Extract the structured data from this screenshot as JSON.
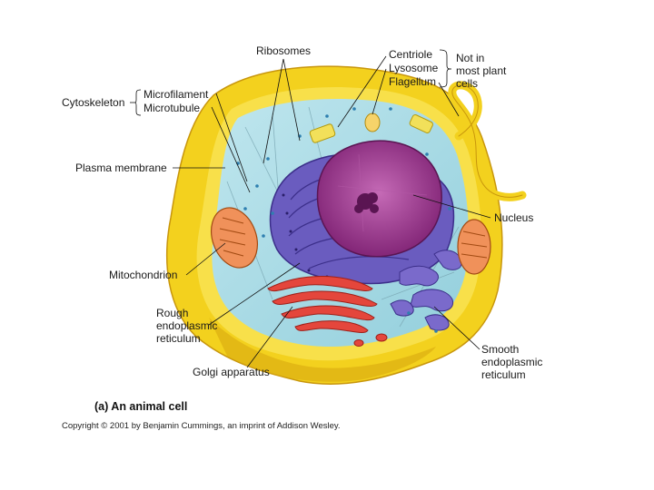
{
  "labels": {
    "ribosomes": "Ribosomes",
    "centriole": "Centriole",
    "lysosome": "Lysosome",
    "flagellum": "Flagellum",
    "not_in_plant_1": "Not in",
    "not_in_plant_2": "most plant",
    "not_in_plant_3": "cells",
    "cytoskeleton": "Cytoskeleton",
    "microfilament": "Microfilament",
    "microtubule": "Microtubule",
    "plasma_membrane": "Plasma membrane",
    "nucleus": "Nucleus",
    "mitochondrion": "Mitochondrion",
    "rough_er_1": "Rough",
    "rough_er_2": "endoplasmic",
    "rough_er_3": "reticulum",
    "golgi": "Golgi apparatus",
    "smooth_er_1": "Smooth",
    "smooth_er_2": "endoplasmic",
    "smooth_er_3": "reticulum"
  },
  "caption": "(a)  An animal cell",
  "copyright": "Copyright © 2001 by Benjamin Cummings, an imprint of Addison Wesley.",
  "colors": {
    "membrane": "#f2d21c",
    "membrane_shade": "#d9a80f",
    "cytoplasm": "#a9dde6",
    "nucleus": "#9b2e8c",
    "nucleolus": "#6b1763",
    "rough_er": "#5a4aa8",
    "golgi": "#e0433a",
    "mitochondrion": "#e07a2a",
    "smooth_er": "#6a5cb8"
  }
}
